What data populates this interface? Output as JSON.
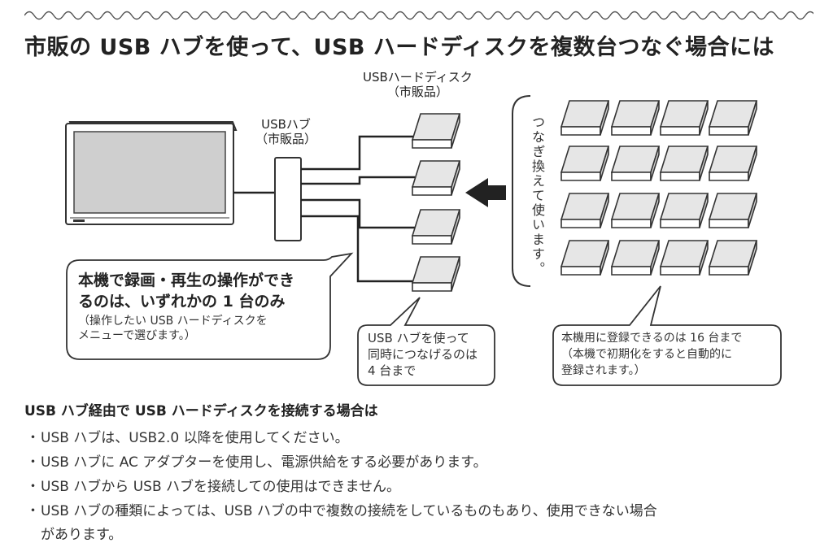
{
  "title": "市販の USB ハブを使って、USB ハードディスクを複数台つなぐ場合には",
  "diagram": {
    "hdd_label": [
      "USBハードディスク",
      "（市販品）"
    ],
    "hub_label": [
      "USBハブ",
      "（市販品）"
    ],
    "vertical_text": "つなぎ換えて使います。",
    "callout_tv": {
      "heading": [
        "本機で録画・再生の操作ができ",
        "るのは、いずれかの 1 台のみ"
      ],
      "sub": [
        "（操作したい USB ハードディスクを",
        "メニューで選びます。）"
      ]
    },
    "callout_hub": [
      "USB ハブを使って",
      "同時につなげるのは",
      "4 台まで"
    ],
    "callout_register": [
      "本機用に登録できるのは 16 台まで",
      "（本機で初期化をすると自動的に",
      "登録されます。）"
    ],
    "icons": [
      "tv-icon",
      "usb-hub-icon",
      "hard-disk-icon",
      "arrow-left-icon"
    ]
  },
  "notes": {
    "heading": "USB ハブ経由で USB ハードディスクを接続する場合は",
    "bullet": "・",
    "items": [
      [
        "USB ハブは、USB2.0 以降を使用してください。"
      ],
      [
        "USB ハブに AC アダプターを使用し、電源供給をする必要があります。"
      ],
      [
        "USB ハブから USB ハブを接続しての使用はできません。"
      ],
      [
        "USB ハブの種類によっては、USB ハブの中で複数の接続をしているものもあり、使用できない場合",
        "があります。"
      ]
    ]
  }
}
